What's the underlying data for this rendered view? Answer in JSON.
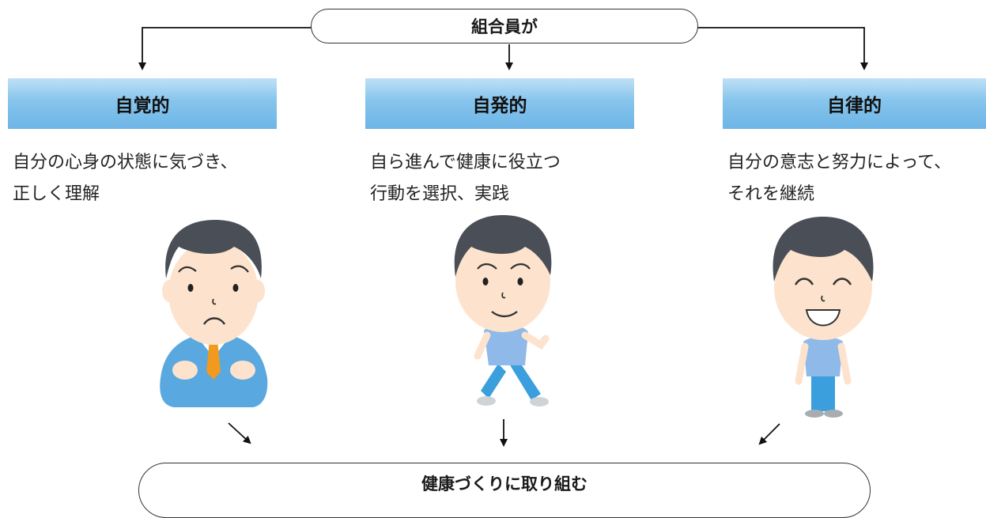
{
  "top_node": {
    "label": "組合員が"
  },
  "columns": [
    {
      "title": "自覚的",
      "lines": [
        "自分の心身の状態に気づき、",
        "正しく理解"
      ],
      "figure": "worried-man-in-suit"
    },
    {
      "title": "自発的",
      "lines": [
        "自ら進んで健康に役立つ",
        "行動を選択、実践"
      ],
      "figure": "walking-man"
    },
    {
      "title": "自律的",
      "lines": [
        "自分の意志と努力によって、",
        "それを継続"
      ],
      "figure": "smiling-man"
    }
  ],
  "bottom_node": {
    "label": "健康づくりに取り組む"
  },
  "colors": {
    "band_top": "#bfe0f6",
    "band_bottom": "#6db5e6",
    "hair": "#4a4f57",
    "skin": "#fde3cd",
    "suit": "#5aa8e0",
    "tie": "#f29a1e",
    "shirt": "#8fb9e8",
    "pants": "#3a9fdc"
  }
}
